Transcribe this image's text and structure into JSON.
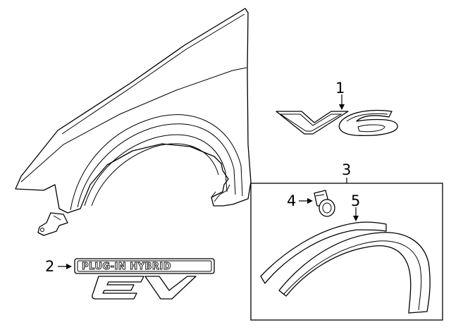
{
  "callouts": [
    {
      "id": "1",
      "label": "1",
      "part": "V6 emblem"
    },
    {
      "id": "2",
      "label": "2",
      "part": "Plug-in hybrid EV emblem"
    },
    {
      "id": "3",
      "label": "3",
      "part": "Wheel opening molding kit"
    },
    {
      "id": "4",
      "label": "4",
      "part": "Clip"
    },
    {
      "id": "5",
      "label": "5",
      "part": "Molding"
    }
  ],
  "badges": {
    "plug_in_hybrid": "PLUG-IN HYBRID",
    "v6": "V6",
    "ev": "EV"
  }
}
